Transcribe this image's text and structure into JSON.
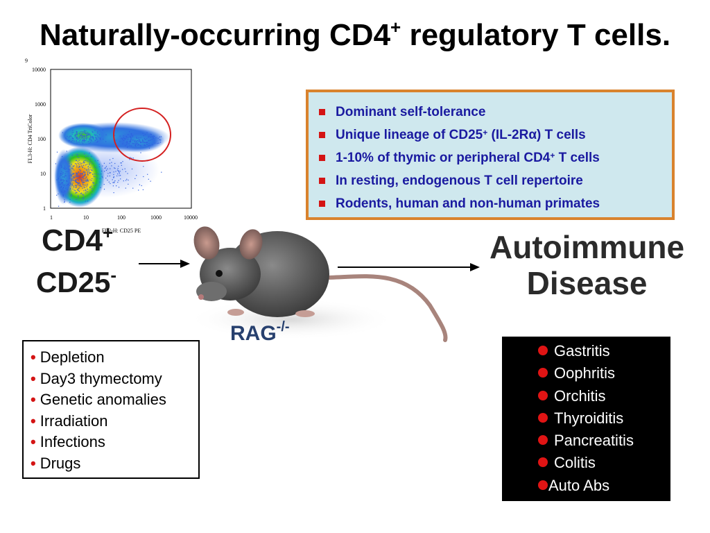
{
  "title": {
    "main": "Naturally-occurring CD4",
    "sup": "+",
    "rest": " regulatory T cells."
  },
  "plot": {
    "corner_label": "9",
    "y_label": "FL3-H: CD4 TriColor",
    "x_label": "FL2-H: CD25 PE",
    "y_ticks": [
      "10000",
      "1000",
      "100",
      "10",
      "1"
    ],
    "x_ticks": [
      "1",
      "10",
      "100",
      "1000",
      "10000"
    ],
    "colors": {
      "gate_circle": "#d42020",
      "axis": "#000000"
    }
  },
  "info_box": {
    "items": [
      {
        "text": "Dominant self-tolerance"
      },
      {
        "pre": "Unique lineage of CD25",
        "sup": "+",
        "post": " (IL-2Rα) T cells"
      },
      {
        "pre": "1-10% of thymic or peripheral CD4",
        "sup": "+",
        "post": " T cells"
      },
      {
        "text": "In resting, endogenous T cell repertoire"
      },
      {
        "text": "Rodents, human and non-human primates"
      }
    ],
    "colors": {
      "border": "#d9832e",
      "background": "#cfe8ee",
      "text": "#1a1aa0",
      "bullet": "#d41414"
    }
  },
  "cd4_label": {
    "text": "CD4",
    "sup": "+"
  },
  "cd25_label": {
    "text": "CD25",
    "sup": "-"
  },
  "rag_label": {
    "text": "RAG",
    "sup": "-/-"
  },
  "autoimmune_label": {
    "line1": "Autoimmune",
    "line2": "Disease"
  },
  "causes_list": {
    "bullet": "•",
    "items": [
      "Depletion",
      "Day3 thymectomy",
      "Genetic anomalies",
      "Irradiation",
      "Infections",
      "Drugs"
    ]
  },
  "diseases_list": {
    "items": [
      "Gastritis",
      "Oophritis",
      "Orchitis",
      "Thyroiditis",
      "Pancreatitis",
      "Colitis",
      "Auto Abs"
    ],
    "colors": {
      "background": "#000000",
      "text": "#ffffff",
      "bullet": "#e01414"
    }
  }
}
